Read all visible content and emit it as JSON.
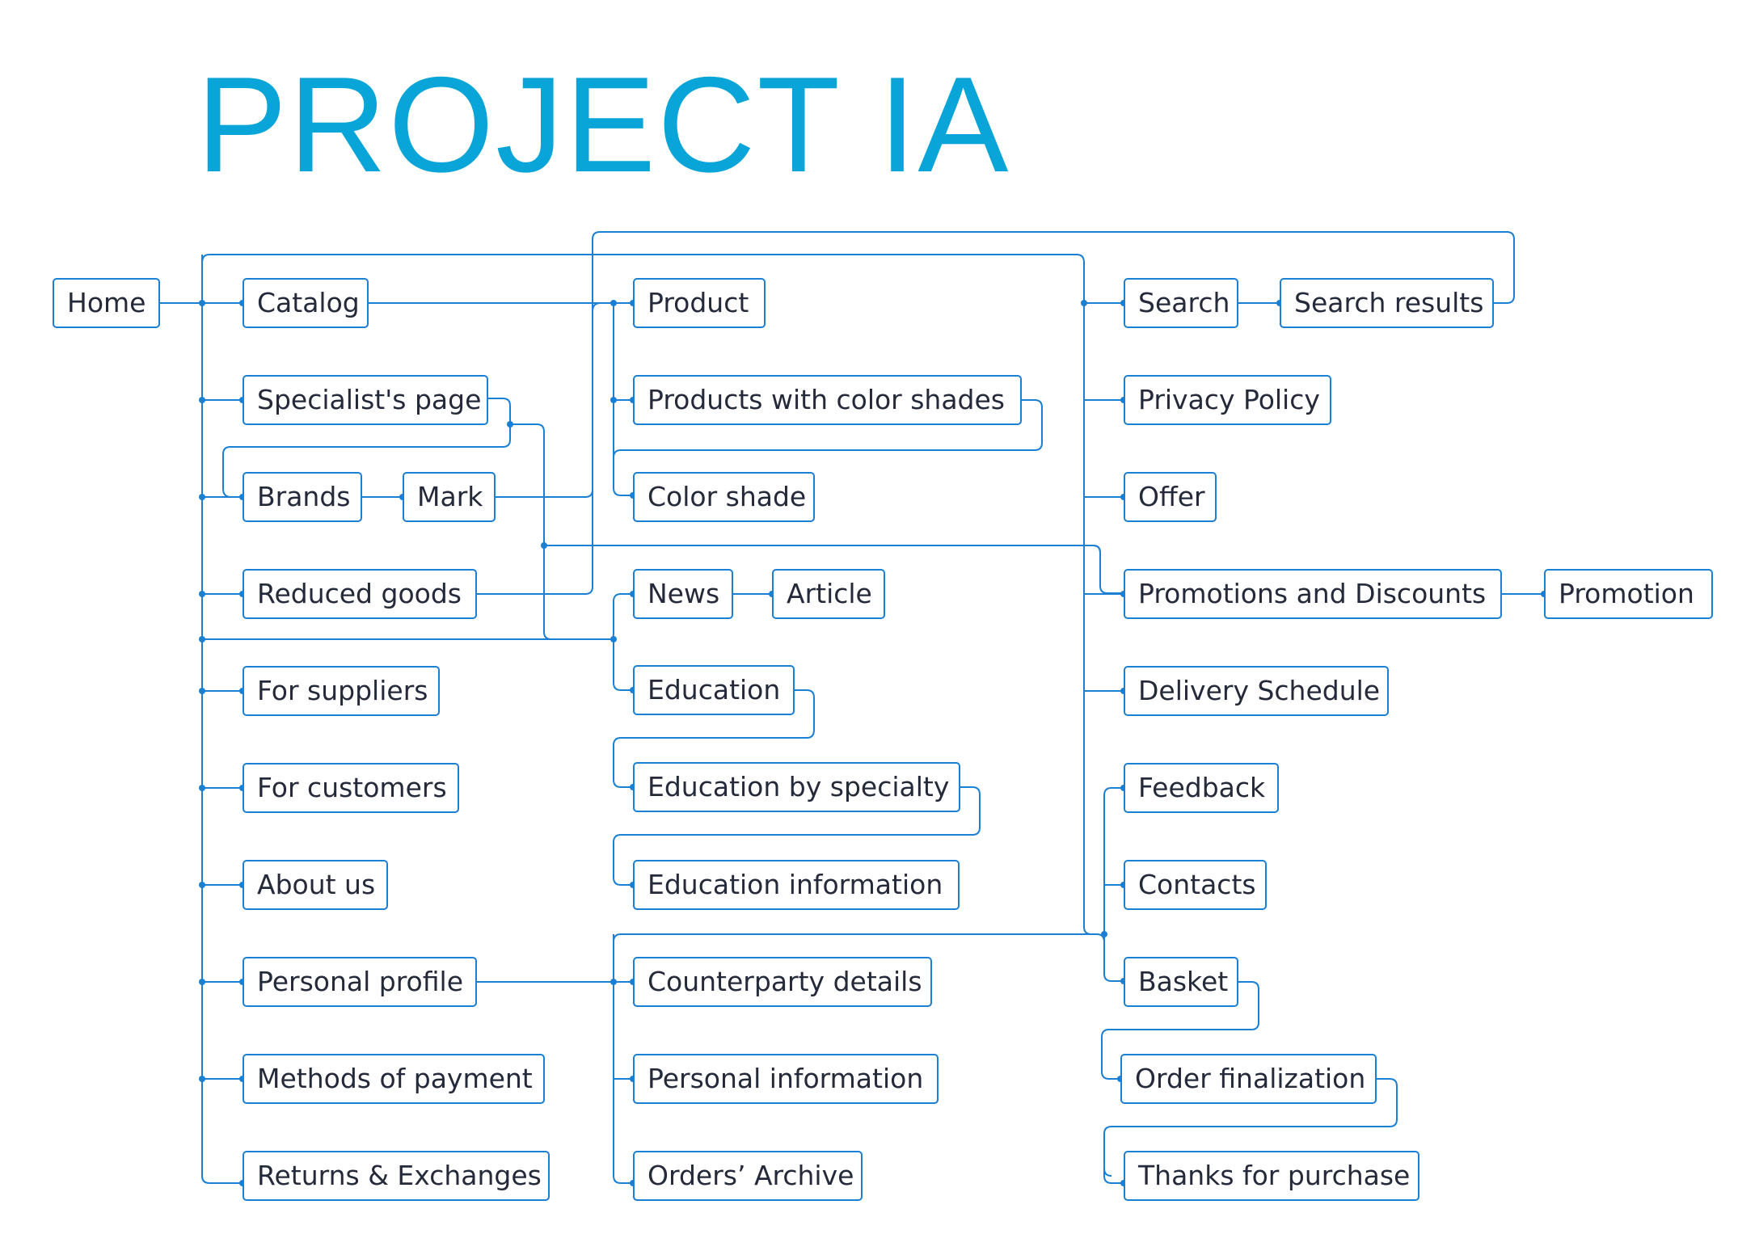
{
  "title": "PROJECT IA",
  "colors": {
    "title": "#0aa5d8",
    "line": "#1b7fd4",
    "text": "#252a3a"
  },
  "nodes": {
    "home": "Home",
    "catalog": "Catalog",
    "specialists_page": "Specialist's page",
    "brands": "Brands",
    "mark": "Mark",
    "reduced_goods": "Reduced goods",
    "for_suppliers": "For suppliers",
    "for_customers": "For customers",
    "about_us": "About us",
    "personal_profile": "Personal profile",
    "methods_of_payment": "Methods of payment",
    "returns_exchanges": "Returns & Exchanges",
    "product": "Product",
    "products_color_shades": "Products with color shades",
    "color_shade": "Color shade",
    "news": "News",
    "article": "Article",
    "education": "Education",
    "education_by_specialty": "Education by specialty",
    "education_information": "Education information",
    "counterparty_details": "Counterparty details",
    "personal_information": "Personal information",
    "orders_archive": "Orders’ Archive",
    "search": "Search",
    "search_results": "Search results",
    "privacy_policy": "Privacy Policy",
    "offer": "Offer",
    "promotions_discounts": "Promotions and Discounts",
    "promotion": "Promotion",
    "delivery_schedule": "Delivery Schedule",
    "feedback": "Feedback",
    "contacts": "Contacts",
    "basket": "Basket",
    "order_finalization": "Order finalization",
    "thanks_for_purchase": "Thanks for purchase"
  }
}
